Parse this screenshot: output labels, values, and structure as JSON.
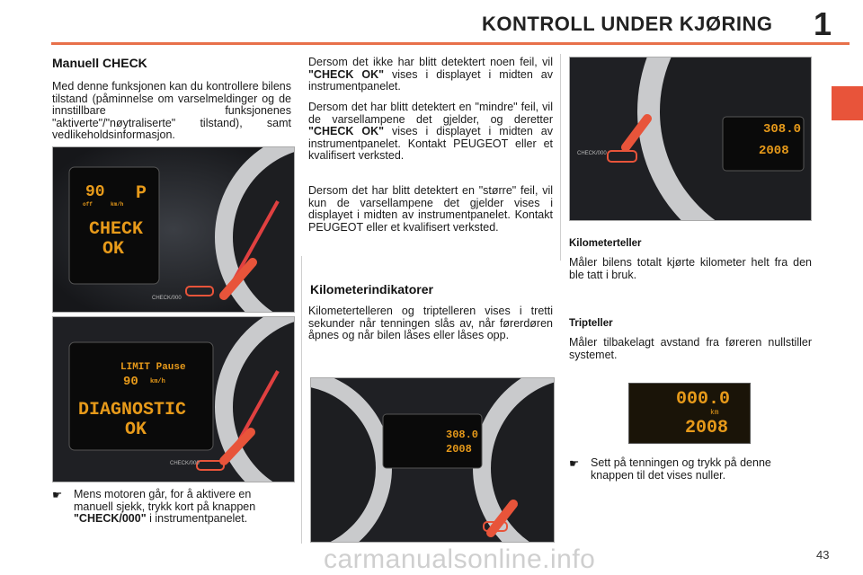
{
  "header": {
    "title": "KONTROLL UNDER KJØRING",
    "chapter_number": "1",
    "accent_color": "#e8543a"
  },
  "col1": {
    "heading": "Manuell CHECK",
    "paragraph": "Med denne funksjonen kan du kontrollere bilens tilstand (påminnelse om varselmeldinger og de innstillbare funksjonenes \"aktiverte\"/\"nøytraliserte\" tilstand), samt vedlikeholdsinformasjon.",
    "photo1": {
      "speed": "90",
      "speed_unit": "km/h",
      "off_label": "off",
      "gear": "P",
      "line1": "CHECK",
      "line2": "OK",
      "button_label": "CHECK/000"
    },
    "photo2": {
      "limit": "LIMIT Pause",
      "speed": "90",
      "speed_unit": "km/h",
      "line1": "DIAGNOSTIC",
      "line2": "OK",
      "button_label": "CHECK/000"
    },
    "bullet": {
      "pre": "Mens motoren går, for å aktivere en manuell sjekk, trykk kort på knappen ",
      "bold": "\"CHECK/000\"",
      "post": " i instrumentpanelet."
    }
  },
  "col2": {
    "p1_pre": "Dersom det ikke har blitt detektert noen feil, vil ",
    "p1_bold": "\"CHECK OK\"",
    "p1_post": " vises i displayet i midten av instrumentpanelet.",
    "p2_pre": "Dersom det har blitt detektert en \"mindre\" feil, vil de varsellampene det gjelder, og deretter ",
    "p2_bold": "\"CHECK OK\"",
    "p2_post": " vises i displayet i midten av instrumentpanelet. Kontakt PEUGEOT eller et kvalifisert verksted.",
    "p3": "Dersom det har blitt detektert en \"større\" feil, vil kun de varsellampene det gjelder vises i displayet i midten av instrumentpanelet. Kontakt PEUGEOT eller et kvalifisert verksted.",
    "heading": "Kilometerindikatorer",
    "p4": "Kilometertelleren og triptelleren vises i tretti sekunder når tenningen slås av, når førerdøren åpnes og når bilen låses eller låses opp.",
    "photo": {
      "trip": "308.0",
      "odo": "2008"
    }
  },
  "col3": {
    "photo": {
      "trip": "308.0",
      "odo": "2008",
      "button_label": "CHECK/000"
    },
    "h_km": "Kilometerteller",
    "p_km": "Måler bilens totalt kjørte kilometer helt fra den ble tatt i bruk.",
    "h_trip": "Tripteller",
    "p_trip": "Måler tilbakelagt avstand fra føreren nullstiller systemet.",
    "lcd": {
      "trip": "000.0",
      "unit": "km",
      "odo": "2008"
    },
    "bullet": "Sett på tenningen og trykk på denne knappen til det vises nuller."
  },
  "page_number": "43",
  "watermark": "carmanualsonline.info",
  "bullet_symbol": "☛"
}
